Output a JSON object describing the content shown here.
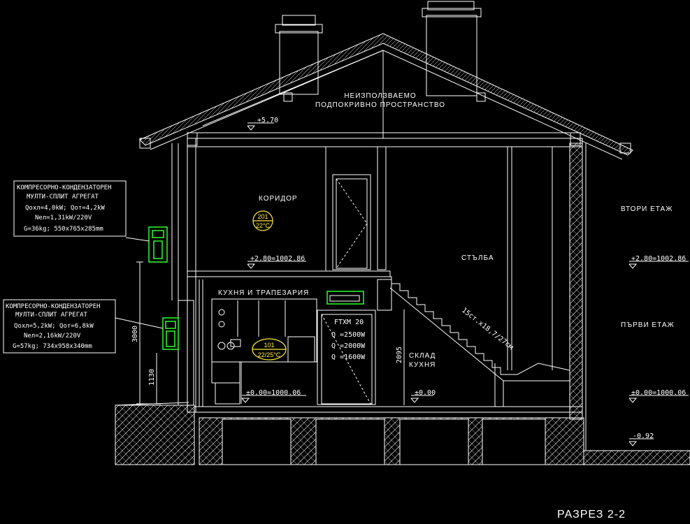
{
  "title": "РАЗРЕЗ 2-2",
  "attic": {
    "line1": "НЕИЗПОЛЗВАЕМО",
    "line2": "ПОДПОКРИВНО ПРОСТРАНСТВО"
  },
  "levels": {
    "ridge": "+5.70",
    "second_left": "+2.80=1002.86",
    "second_right": "+2.80=1002.86",
    "ground_room": "±0.00=1000.06",
    "ground_stair": "±0.00",
    "ground_right": "±0.00=1000.06",
    "outside": "-0.92"
  },
  "floors": {
    "second": "ВТОРИ ЕТАЖ",
    "first": "ПЪРВИ ЕТАЖ"
  },
  "rooms": {
    "corridor": "КОРИДОР",
    "stair": "СТЪЛБА",
    "kitchen_dining": "КУХНЯ И ТРАПЕЗАРИЯ",
    "storage_line1": "СКЛАД",
    "storage_line2": "КУХНЯ"
  },
  "tags": {
    "corridor_no": "201",
    "corridor_temp": "22°C",
    "kitchen_no": "101",
    "kitchen_temp": "22/25°C"
  },
  "stair_note": "15ст.х18,7/27см",
  "indoor_unit": {
    "model": "FTXM 20",
    "line1": "Q   =2500W",
    "line2": "Q   =2000W",
    "line3": "Q   =1600W"
  },
  "outdoor_unit_upper": {
    "line1": "КОМПРЕСОРНО-КОНДЕНЗАТОРЕН",
    "line2": "МУЛТИ-СПЛИТ АГРЕГАТ",
    "line3": "Qохл=4,0kW;  Qот=4,2kW",
    "line4": "Nел=1,31kW/220V",
    "line5": "G=36kg;  550x765x285mm"
  },
  "outdoor_unit_lower": {
    "line1": "КОМПРЕСОРНО-КОНДЕНЗАТОРЕН",
    "line2": "МУЛТИ-СПЛИТ АГРЕГАТ",
    "line3": "Qохл=5,2kW;  Qот=6,8kW",
    "line4": "Nел=2,16kW/220V",
    "line5": "G=57kg;  734x958x340mm"
  },
  "dimensions": {
    "dim_3000": "3000",
    "dim_1130": "1130",
    "dim_2095": "2095"
  },
  "colors": {
    "background": "#000000",
    "lines": "#ffffff",
    "equipment": "#2cff2c",
    "tags": "#ffeb3b"
  }
}
